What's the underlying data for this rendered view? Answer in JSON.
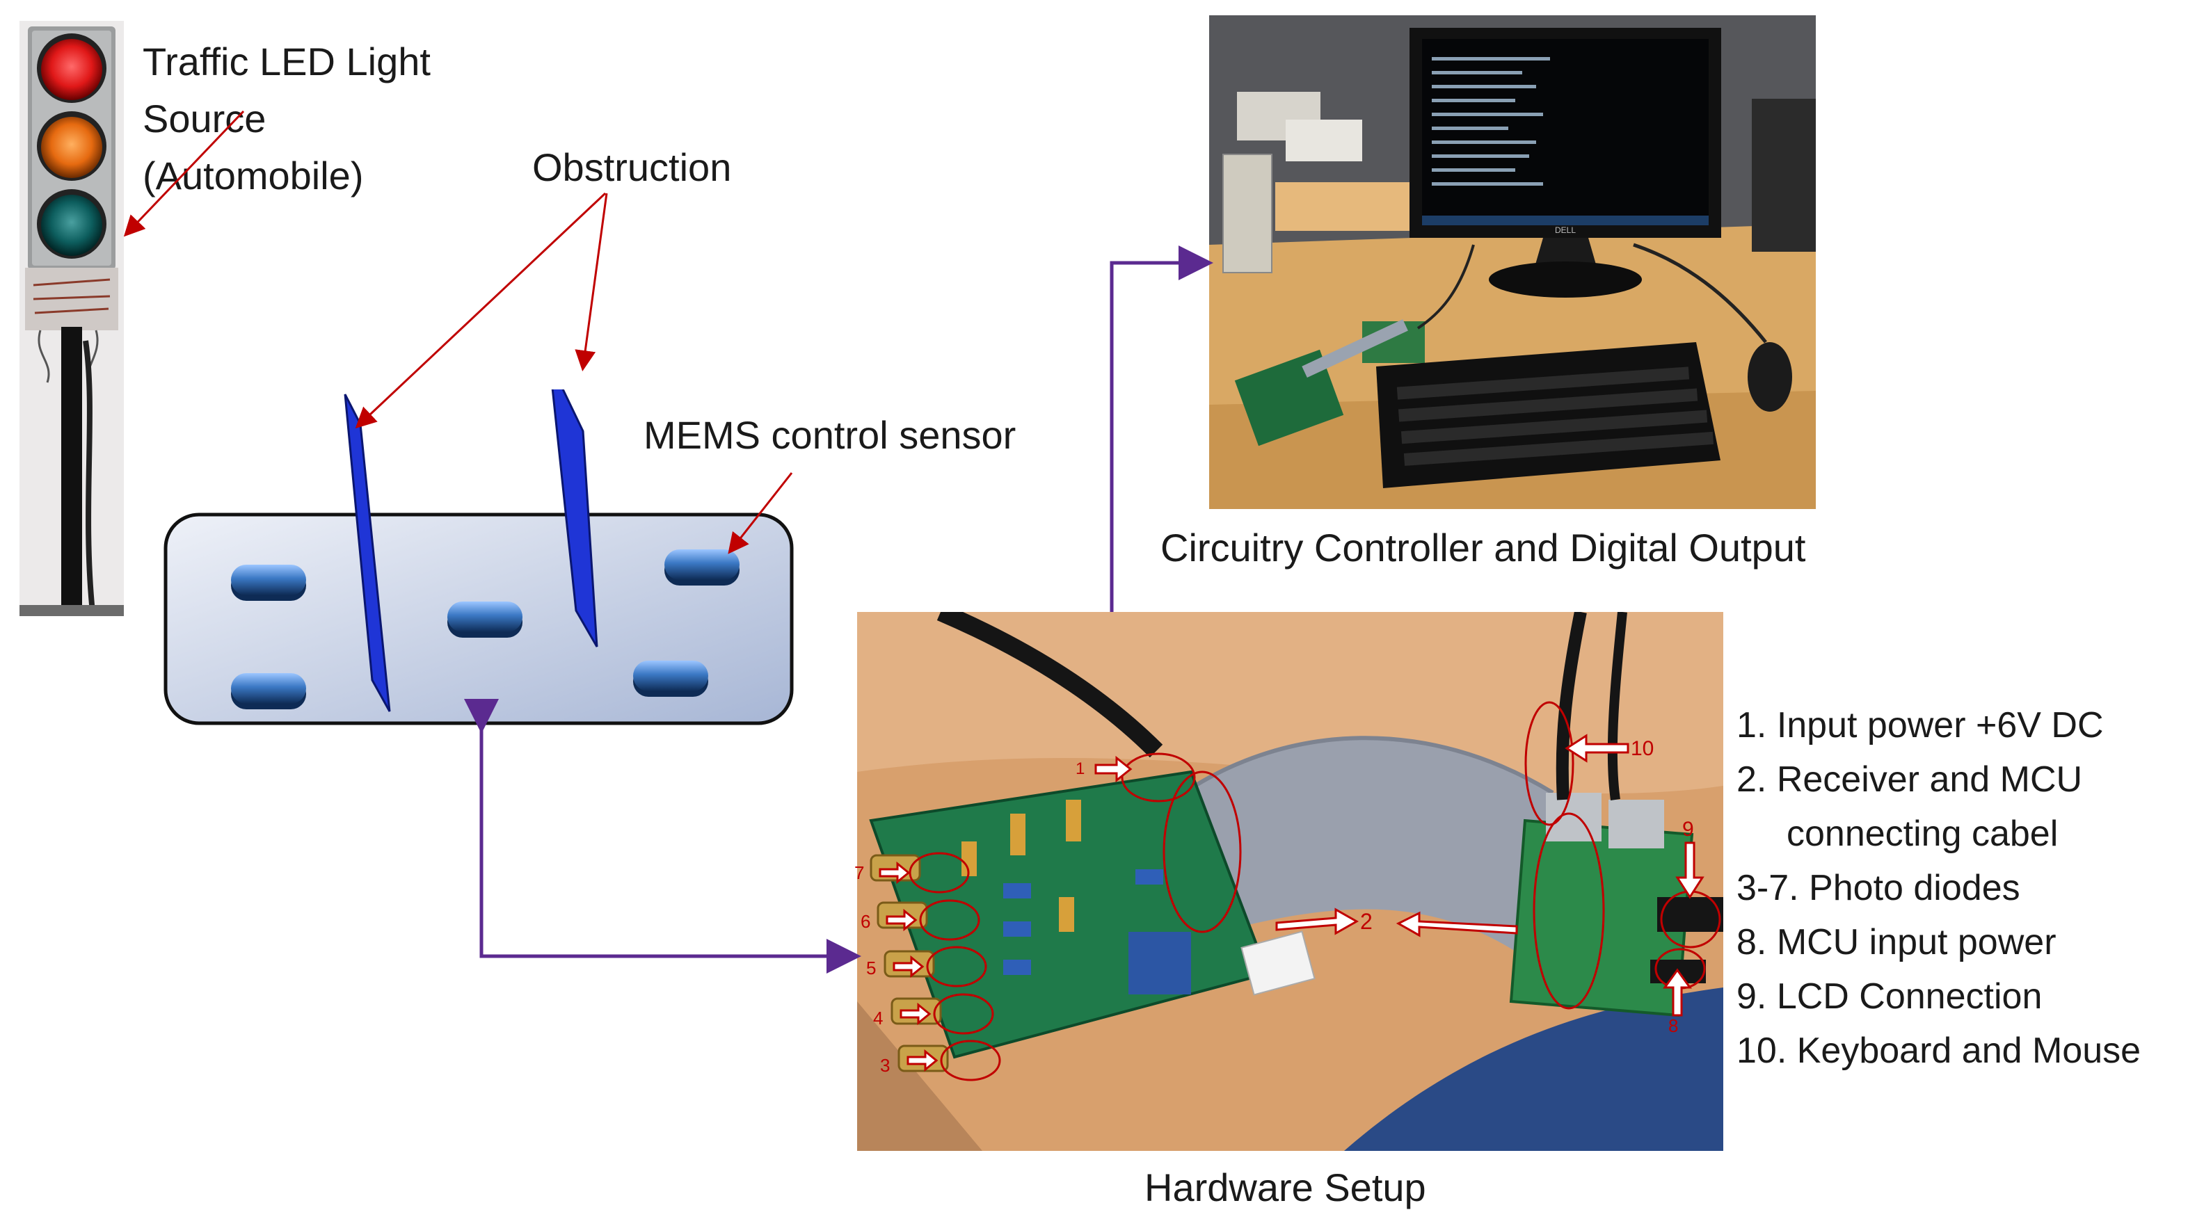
{
  "labels": {
    "traffic_light": [
      "Traffic LED Light",
      "Source",
      "(Automobile)"
    ],
    "obstruction": "Obstruction",
    "mems": "MEMS control sensor",
    "controller": "Circuitry Controller and Digital Output",
    "hardware": "Hardware Setup"
  },
  "legend_items": [
    "1. Input power +6V DC",
    "2. Receiver and MCU",
    "connecting cabel",
    "3-7. Photo diodes",
    "8. MCU input power",
    "9. LCD Connection",
    "10. Keyboard and Mouse"
  ],
  "photo_callouts": {
    "c1": "1",
    "c2": "2",
    "c3": "3",
    "c4": "4",
    "c5": "5",
    "c6": "6",
    "c7": "7",
    "c8": "8",
    "c9": "9",
    "c10": "10"
  },
  "monitor_brand": "DELL",
  "colors": {
    "connector": "#5b2a90",
    "callout_red": "#c00000",
    "sensor_blue": "#3b78c4",
    "obstruction_blue": "#1f35d6",
    "panel_gradient_start": "#e8ecf6",
    "panel_gradient_end": "#a9b8d6"
  }
}
